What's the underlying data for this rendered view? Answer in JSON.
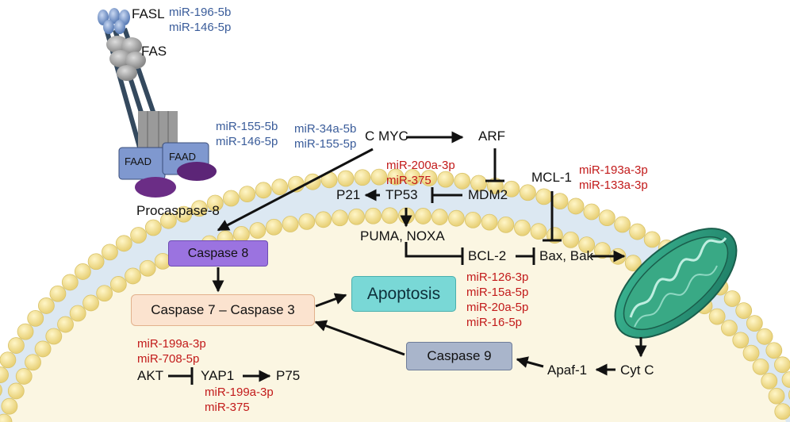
{
  "receptors": {
    "fasl": "FASL",
    "fas": "FAS",
    "faad_left": "FAAD",
    "faad_right": "FAAD",
    "procaspase": "Procaspase-8"
  },
  "nodes": {
    "cmyc": "C MYC",
    "arf": "ARF",
    "mdm2": "MDM2",
    "tp53": "TP53",
    "p21": "P21",
    "puma_noxa": "PUMA, NOXA",
    "bcl2": "BCL-2",
    "bax_bak": "Bax, Bak",
    "mcl1": "MCL-1",
    "caspase8": "Caspase 8",
    "caspase73": "Caspase 7 – Caspase 3",
    "apoptosis": "Apoptosis",
    "caspase9": "Caspase 9",
    "apaf1": "Apaf-1",
    "cytc": "Cyt C",
    "akt": "AKT",
    "yap1": "YAP1",
    "p75": "P75"
  },
  "mirna": {
    "fasl_mirs": [
      "miR-196-5b",
      "miR-146-5p"
    ],
    "faad_mirs": [
      "miR-155-5b",
      "miR-146-5p"
    ],
    "cmyc_mirs": [
      "miR-34a-5b",
      "miR-155-5p"
    ],
    "tp53_mirs": [
      "miR-200a-3p",
      "miR-375"
    ],
    "mcl1_mirs": [
      "miR-193a-3p",
      "miR-133a-3p"
    ],
    "bcl2_mirs": [
      "miR-126-3p",
      "miR-15a-5p",
      "miR-20a-5p",
      "miR-16-5p"
    ],
    "akt_mirs": [
      "miR-199a-3p",
      "miR-708-5p"
    ],
    "yap1_mirs": [
      "miR-199a-3p",
      "miR-375"
    ]
  },
  "colors": {
    "membrane_head": "#f3e39a",
    "membrane_tail": "#dce8f2",
    "cytoplasm": "#fbf6e2",
    "mirna_blue": "#3a5c9a",
    "mirna_red": "#c21a1a",
    "caspase8_fill": "#9b73e0",
    "caspase73_fill": "#fbe3cf",
    "apoptosis_fill": "#79d8d6",
    "caspase9_fill": "#a9b5cb",
    "mito_fill": "#2a9d80"
  }
}
